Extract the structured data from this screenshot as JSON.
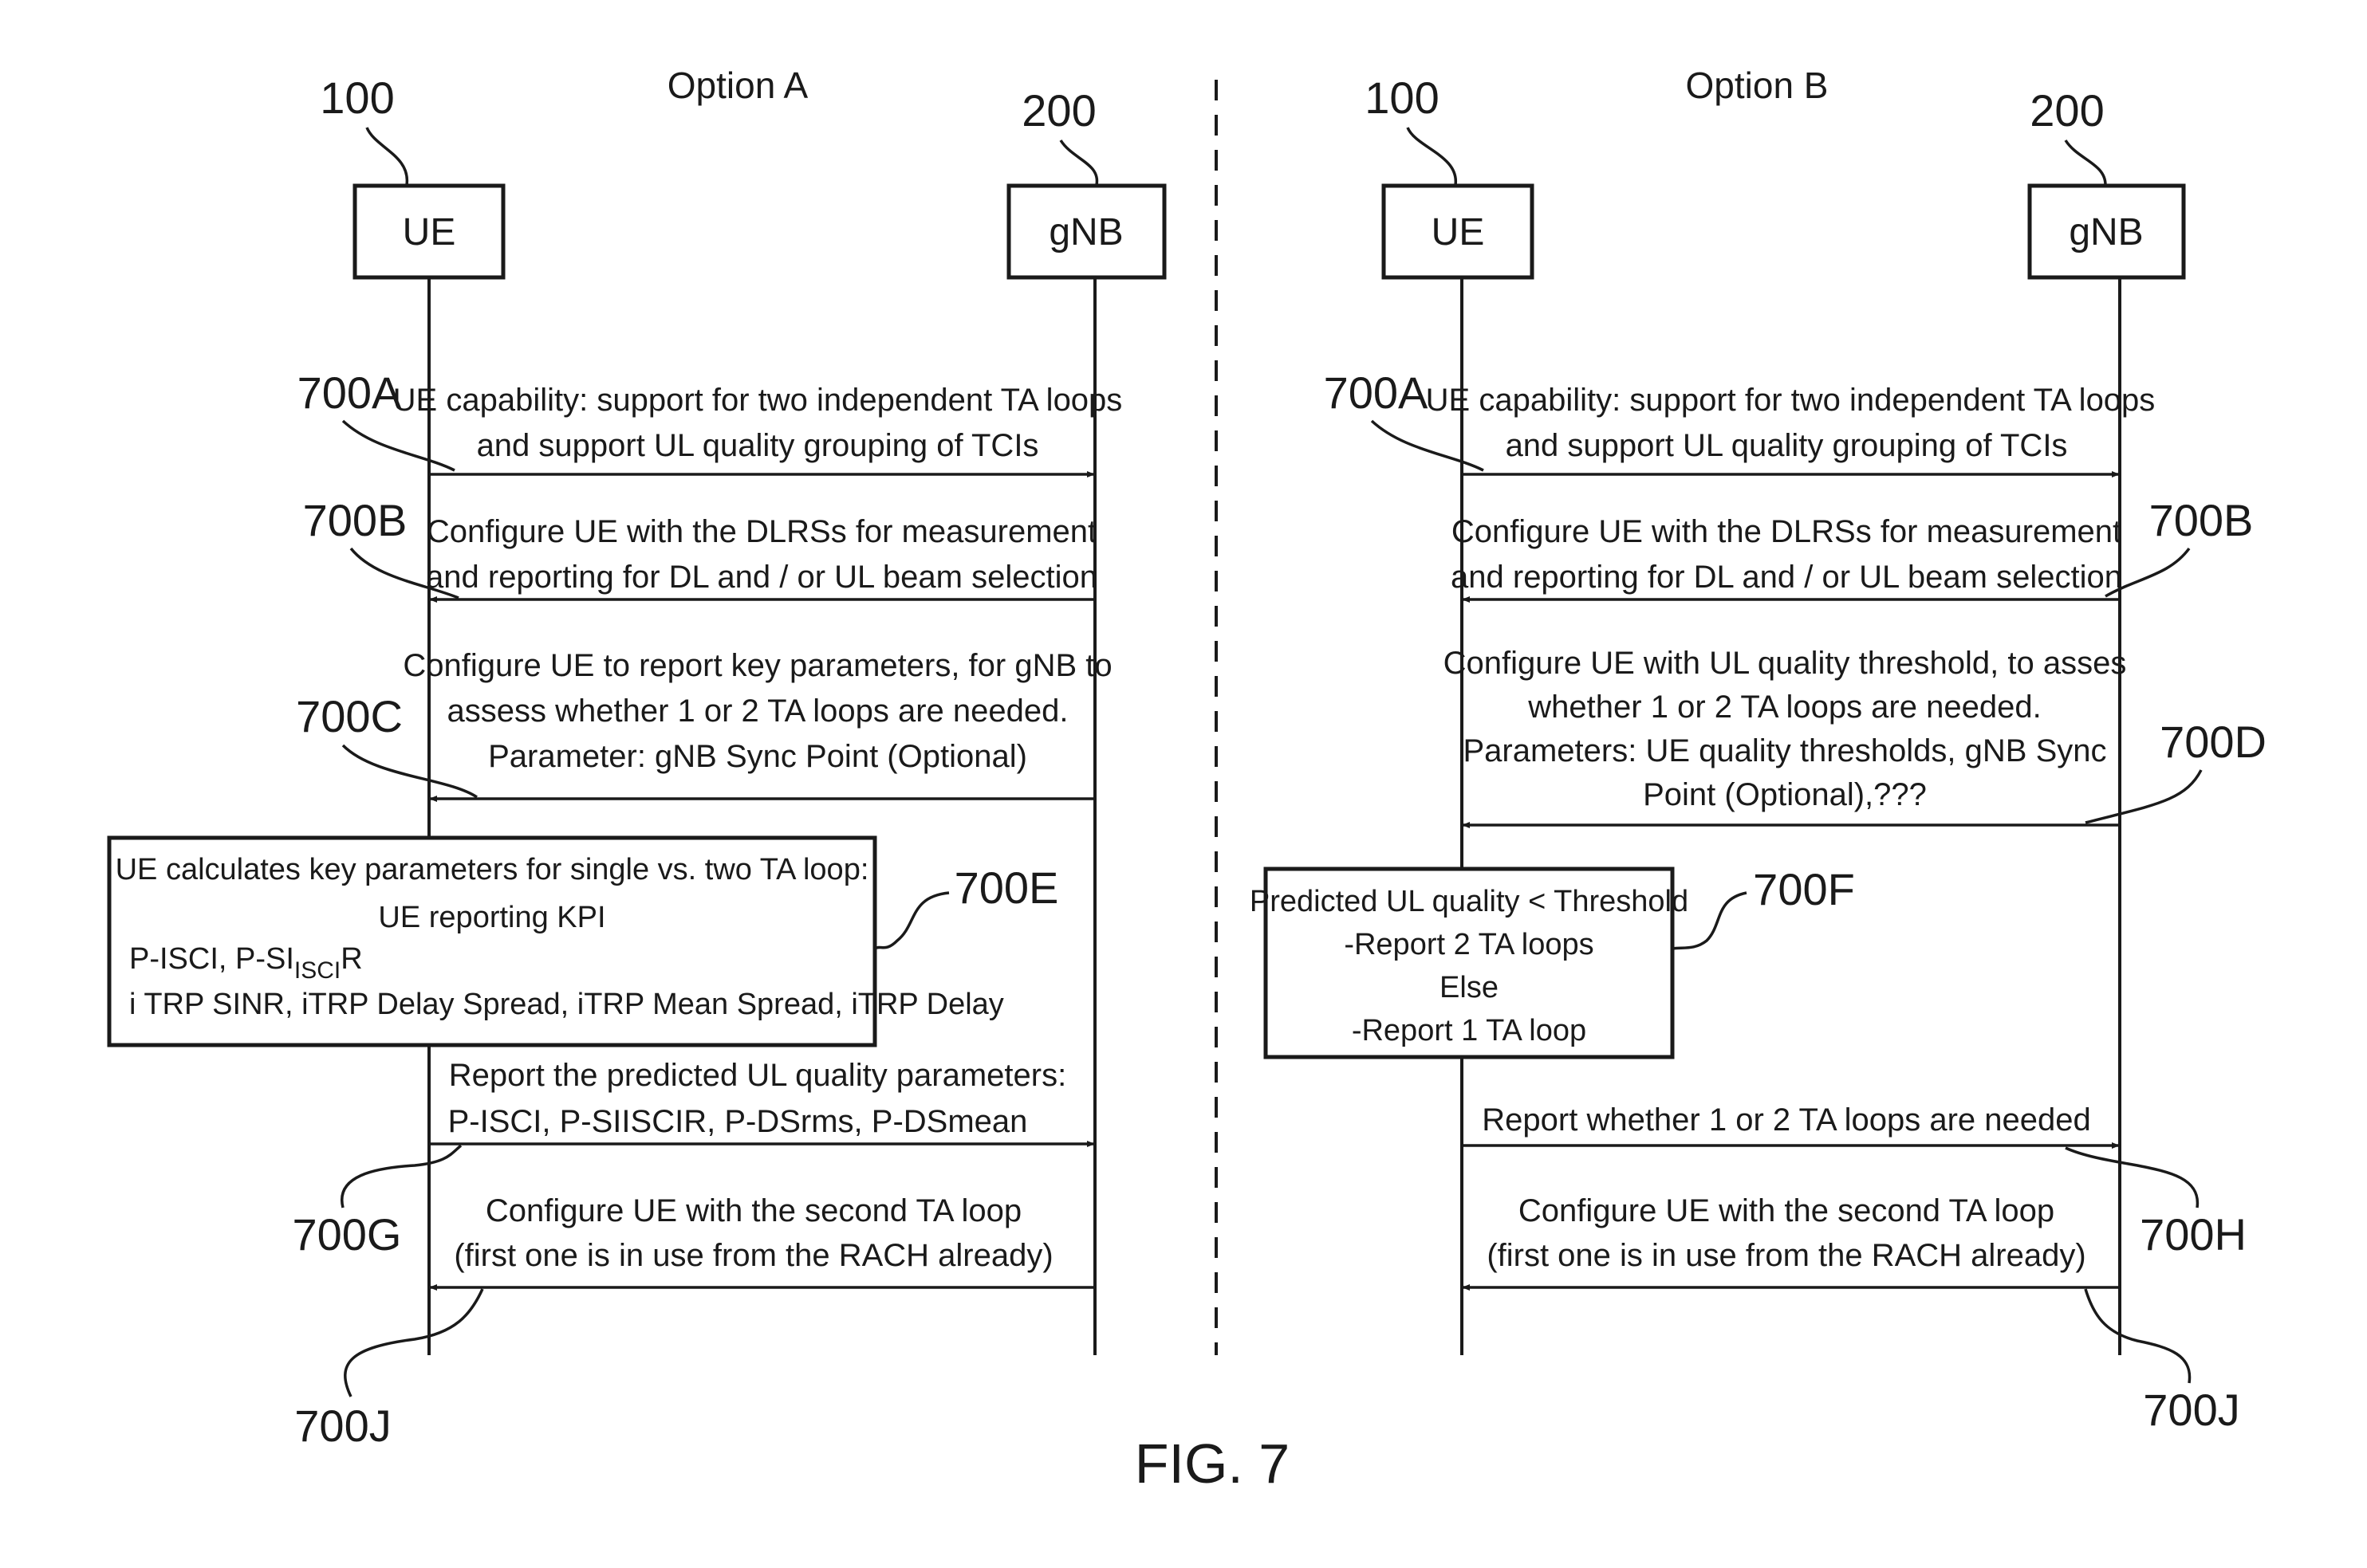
{
  "figure": {
    "caption": "FIG. 7"
  },
  "option_a": {
    "title": "Option A",
    "ue_ref": "100",
    "ue_label": "UE",
    "gnb_ref": "200",
    "gnb_label": "gNB",
    "messages": [
      {
        "ref": "700A",
        "lines": [
          "UE capability: support for two independent TA loops",
          "and support UL quality grouping of TCIs"
        ]
      },
      {
        "ref": "700B",
        "lines": [
          "Configure UE with the DLRSs for measurement",
          "and reporting for DL and / or UL beam selection"
        ]
      },
      {
        "ref": "700C",
        "lines": [
          "Configure UE to report key parameters, for gNB to",
          "assess whether 1 or 2 TA loops are needed.",
          "Parameter: gNB Sync Point (Optional)"
        ]
      },
      {
        "ref": "700G",
        "lines": [
          "Report the predicted UL quality parameters:",
          "P-ISCI, P-SIISCIR, P-DSrms, P-DSmean"
        ]
      },
      {
        "ref": "700J",
        "lines": [
          "Configure UE with the second TA loop",
          "(first one is in use from the RACH already)"
        ]
      }
    ],
    "calc_box": {
      "ref": "700E",
      "line1": "UE calculates key parameters for single vs. two TA loop:",
      "line2": "UE reporting KPI",
      "line3_pre": "P-ISCI, P-SI",
      "line3_sub": "ISCI",
      "line3_post": "R",
      "line4": "i TRP SINR, iTRP Delay Spread, iTRP Mean Spread, iTRP Delay"
    }
  },
  "option_b": {
    "title": "Option B",
    "ue_ref": "100",
    "ue_label": "UE",
    "gnb_ref": "200",
    "gnb_label": "gNB",
    "messages": [
      {
        "ref": "700A",
        "lines": [
          "UE capability: support for two independent TA loops",
          "and support UL quality grouping of TCIs"
        ]
      },
      {
        "ref": "700B",
        "lines": [
          "Configure UE with the DLRSs for measurement",
          "and reporting for DL and / or UL beam selection"
        ]
      },
      {
        "ref": "700D",
        "lines": [
          "Configure UE with UL quality threshold, to asses",
          "whether 1 or 2 TA loops are needed.",
          "Parameters: UE quality thresholds, gNB Sync",
          "Point (Optional),???"
        ]
      },
      {
        "ref": "700H",
        "lines": [
          "Report whether 1 or 2 TA loops are needed"
        ]
      },
      {
        "ref": "700J",
        "lines": [
          "Configure UE with the second TA loop",
          "(first one is in use from the RACH already)"
        ]
      }
    ],
    "decision_box": {
      "ref": "700F",
      "lines": [
        "Predicted UL quality < Threshold",
        "-Report 2 TA loops",
        "Else",
        "-Report 1 TA loop"
      ]
    }
  }
}
